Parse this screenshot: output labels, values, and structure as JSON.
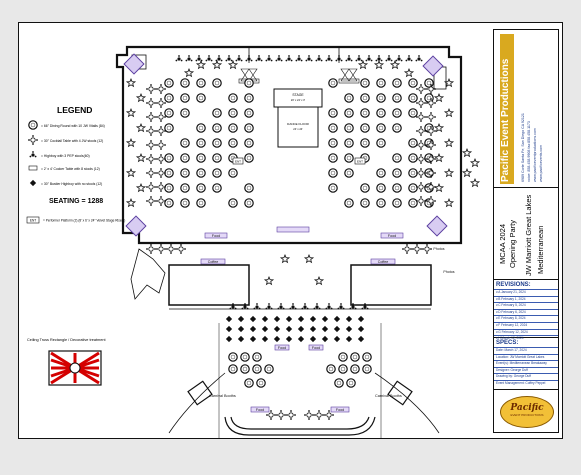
{
  "company": {
    "name": "Pacific Event Productions",
    "address": "6989 Corte Santa Fe, San Diego CA 92121",
    "phone": "voice: 858.458.9908 fax:858.458.1173",
    "email": "www.pacificeventproductions.com",
    "web": "www.pacificevents.com"
  },
  "project": {
    "client": "MCAA 2024",
    "event": "Opening Party",
    "venue": "JW Marriott Great Lakes",
    "theme": "Mediterranean"
  },
  "revisions": {
    "title": "REVISIONS:",
    "items": [
      "v.A January 21, 2024",
      "v.B February 1, 2024",
      "v.C February 5, 2024",
      "v.D February 6, 2024",
      "v.E February 8, 2024",
      "v.F February 12, 2024",
      "v.G February 12, 2024",
      "v.H March 12, 2024"
    ]
  },
  "specs": {
    "title": "SPECS:",
    "items": [
      "Date: March 17, 2024",
      "Location: JW Marriott Great Lakes",
      "Event(s): Mediterranean Breakaway",
      "Designer: George Duff",
      "Drawing by: George Duff",
      "Event Management: Coffey Peppel"
    ]
  },
  "logo": {
    "script": "Pacific",
    "sub": "EVENT PRODUCTIONS"
  },
  "legend": {
    "title": "LEGEND",
    "items": [
      "= 66\" Dining Round with 10 JW Vitalis (84)",
      "= 30\" Cocktail Table with 4 JW stools (12)",
      "= Highboy with 3 PEP stools(60)",
      "= 2' x 4' Cocker Table with 8 stools (12)",
      "= 30\" Bustier Highboy with no stools (12)"
    ],
    "seating": "SEATING = 1288",
    "ent": "ENT",
    "ent_text": "= Performer Platform (2) (8' x 6' x 24\" Velvet Stage Risers)"
  },
  "labels": {
    "stage": "STAGE",
    "stage_dims": "20' x 24' x 3'",
    "dance_floor": "DANCE FLOOR",
    "dance_dims": "24' x 24'",
    "coffee_left": "Coffee",
    "coffee_right": "Coffee",
    "food": "Food",
    "photos": "Photos",
    "carnival_left": "Carnival Booths",
    "carnival_right": "Carnival Booths",
    "ceiling": "Ceiling Truss Rectangle / Decorative treatment",
    "ent": "ENT"
  }
}
